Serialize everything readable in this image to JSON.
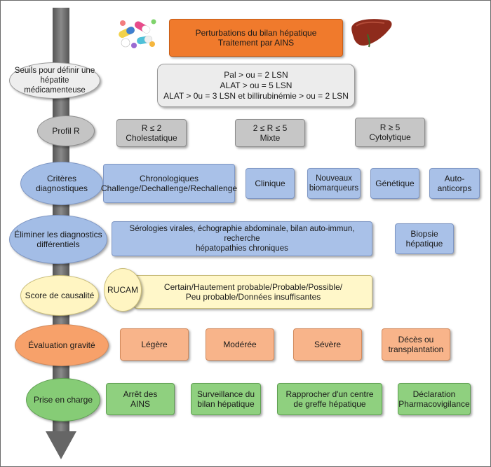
{
  "header": {
    "lines": [
      "Perturbations du bilan hépatique",
      "Traitement par AINS"
    ]
  },
  "icons": {
    "pills": "pills-icon",
    "liver": "liver-icon"
  },
  "rows": {
    "seuils": {
      "label": [
        "Seuils pour définir une",
        "hépatite médicamenteuse"
      ],
      "box": [
        "Pal > ou = 2 LSN",
        "ALAT > ou = 5 LSN",
        "ALAT > 0u = 3 LSN et billirubinémie > ou = 2 LSN"
      ]
    },
    "profil": {
      "label": [
        "Profil R"
      ],
      "boxes": [
        [
          "R ≤ 2",
          "Cholestatique"
        ],
        [
          "2 ≤ R ≤ 5",
          "Mixte"
        ],
        [
          "R ≥ 5",
          "Cytolytique"
        ]
      ]
    },
    "criteres": {
      "label": [
        "Critères",
        "diagnostiques"
      ],
      "boxes": [
        [
          "Chronologiques",
          "Challenge/Dechallenge/Rechallenge"
        ],
        [
          "Clinique"
        ],
        [
          "Nouveaux",
          "biomarqueurs"
        ],
        [
          "Génétique"
        ],
        [
          "Auto-",
          "anticorps"
        ]
      ]
    },
    "eliminer": {
      "label": [
        "Éliminer les diagnostics",
        "différentiels"
      ],
      "boxes": [
        [
          "Sérologies virales, échographie abdominale, bilan auto-immun, recherche",
          "hépatopathies chroniques"
        ],
        [
          "Biopsie",
          "hépatique"
        ]
      ]
    },
    "score": {
      "label": [
        "Score de causalité"
      ],
      "rucam": "RUCAM",
      "box": [
        "Certain/Hautement probable/Probable/Possible/",
        "Peu probable/Données insuffisantes"
      ]
    },
    "gravite": {
      "label": [
        "Évaluation gravité"
      ],
      "boxes": [
        [
          "Légère"
        ],
        [
          "Modérée"
        ],
        [
          "Sévère"
        ],
        [
          "Décès ou",
          "transplantation"
        ]
      ]
    },
    "prise": {
      "label": [
        "Prise en charge"
      ],
      "boxes": [
        [
          "Arrêt des",
          "AINS"
        ],
        [
          "Surveillance du",
          "bilan hépatique"
        ],
        [
          "Rapprocher d'un centre",
          "de greffe hépatique"
        ],
        [
          "Déclaration",
          "Pharmacovigilance"
        ]
      ]
    }
  },
  "colors": {
    "arrow": "#6e6e6e",
    "header": "#f07a2c",
    "blue": "#a9c1e8",
    "yellow": "#fff7c9",
    "orange": "#f8b48a",
    "green": "#8fd07f",
    "grey": "#c6c6c6"
  }
}
